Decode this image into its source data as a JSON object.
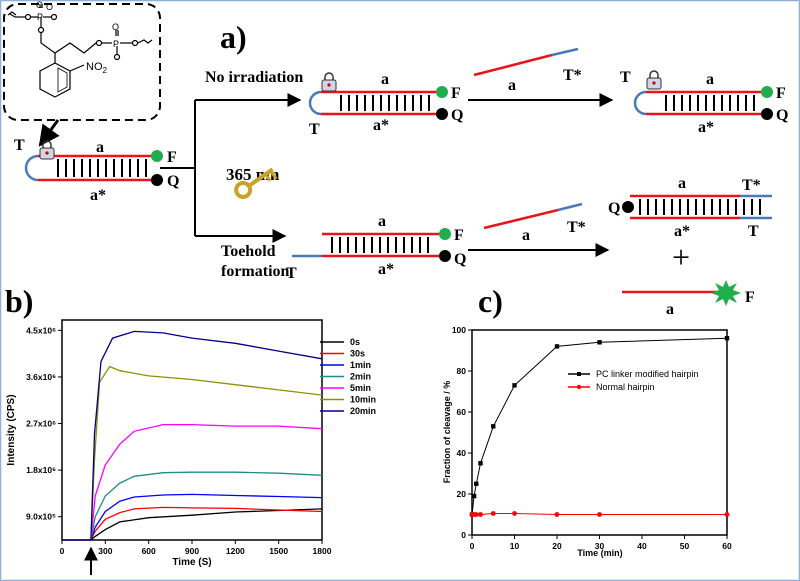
{
  "scheme": {
    "panel_a_label": "a)",
    "path_top_label": "No irradiation",
    "path_bottom_label_line1": "Toehold",
    "path_bottom_label_line2": "formation",
    "wavelength_label": "365 nm",
    "strand_a": "a",
    "strand_a_star": "a*",
    "label_T": "T",
    "label_T_star": "T*",
    "label_F": "F",
    "label_Q": "Q",
    "plus": "+",
    "no2_label": "NO",
    "no2_sub": "2",
    "icons": [
      "lock-icon",
      "key-icon",
      "fluorescence-burst-icon"
    ],
    "colors": {
      "red": "#e8141a",
      "blue": "#4a7ab5",
      "green": "#1fae4b",
      "black": "#000000",
      "key": "#c9a227"
    }
  },
  "panel_b": {
    "label": "b)",
    "chart_data": {
      "type": "line",
      "xlabel": "Time (S)",
      "ylabel": "Intensity (CPS)",
      "xlim": [
        0,
        1800
      ],
      "ylim": [
        450000,
        4700000
      ],
      "x_ticks": [
        "0",
        "300",
        "600",
        "900",
        "1200",
        "1500",
        "1800"
      ],
      "x_tick_values": [
        0,
        300,
        600,
        900,
        1200,
        1500,
        1800
      ],
      "y_ticks": [
        "9.0x10⁵",
        "1.8x10⁶",
        "2.7x10⁶",
        "3.6x10⁶",
        "4.5x10⁶"
      ],
      "y_tick_values": [
        900000,
        1800000,
        2700000,
        3600000,
        4500000
      ],
      "legend_position": "top-right",
      "series": [
        {
          "name": "0s",
          "color": "#000000",
          "x": [
            0,
            200,
            230,
            300,
            400,
            600,
            900,
            1200,
            1500,
            1800
          ],
          "y": [
            450000,
            450000,
            520000,
            650000,
            800000,
            880000,
            930000,
            990000,
            1020000,
            1050000
          ]
        },
        {
          "name": "30s",
          "color": "#ff0000",
          "x": [
            0,
            200,
            230,
            300,
            400,
            500,
            700,
            900,
            1200,
            1500,
            1800
          ],
          "y": [
            450000,
            450000,
            620000,
            850000,
            980000,
            1050000,
            1080000,
            1070000,
            1060000,
            1030000,
            1000000
          ]
        },
        {
          "name": "1min",
          "color": "#0000ff",
          "x": [
            0,
            200,
            230,
            300,
            400,
            500,
            700,
            900,
            1200,
            1500,
            1800
          ],
          "y": [
            450000,
            450000,
            700000,
            1000000,
            1200000,
            1280000,
            1320000,
            1330000,
            1310000,
            1290000,
            1270000
          ]
        },
        {
          "name": "2min",
          "color": "#1e8c8c",
          "x": [
            0,
            200,
            230,
            300,
            400,
            500,
            700,
            900,
            1200,
            1500,
            1800
          ],
          "y": [
            450000,
            450000,
            900000,
            1300000,
            1550000,
            1680000,
            1750000,
            1760000,
            1760000,
            1740000,
            1700000
          ]
        },
        {
          "name": "5min",
          "color": "#ff00ff",
          "x": [
            0,
            200,
            230,
            300,
            400,
            500,
            700,
            900,
            1200,
            1500,
            1800
          ],
          "y": [
            450000,
            450000,
            1300000,
            1900000,
            2300000,
            2550000,
            2680000,
            2680000,
            2650000,
            2650000,
            2600000
          ]
        },
        {
          "name": "10min",
          "color": "#8f8f00",
          "x": [
            0,
            200,
            225,
            260,
            330,
            400,
            600,
            900,
            1200,
            1500,
            1800
          ],
          "y": [
            450000,
            450000,
            2000000,
            3500000,
            3800000,
            3720000,
            3620000,
            3550000,
            3450000,
            3350000,
            3250000
          ]
        },
        {
          "name": "20min",
          "color": "#00008b",
          "x": [
            0,
            200,
            225,
            270,
            350,
            500,
            700,
            900,
            1200,
            1500,
            1800
          ],
          "y": [
            450000,
            450000,
            2500000,
            3900000,
            4350000,
            4480000,
            4450000,
            4350000,
            4250000,
            4100000,
            3950000
          ]
        }
      ]
    }
  },
  "panel_c": {
    "label": "c)",
    "chart_data": {
      "type": "line",
      "xlabel": "Time (min)",
      "ylabel": "Fraction of cleavage / %",
      "xlim": [
        0,
        60
      ],
      "ylim": [
        0,
        100
      ],
      "x_ticks": [
        "0",
        "10",
        "20",
        "30",
        "40",
        "50",
        "60"
      ],
      "x_tick_values": [
        0,
        10,
        20,
        30,
        40,
        50,
        60
      ],
      "y_ticks": [
        "0",
        "20",
        "40",
        "60",
        "80",
        "100"
      ],
      "y_tick_values": [
        0,
        20,
        40,
        60,
        80,
        100
      ],
      "legend_position": "center-right",
      "series": [
        {
          "name": "PC linker modified hairpin",
          "color": "#000000",
          "marker": "square",
          "x": [
            0,
            0.5,
            1,
            2,
            5,
            10,
            20,
            30,
            60
          ],
          "y": [
            10,
            19,
            25,
            35,
            53,
            73,
            92,
            94,
            96
          ]
        },
        {
          "name": "Normal hairpin",
          "color": "#ff0000",
          "marker": "circle",
          "x": [
            0,
            0.5,
            1,
            2,
            5,
            10,
            20,
            30,
            60
          ],
          "y": [
            10,
            10,
            10,
            10,
            10.5,
            10.5,
            10,
            10,
            10
          ]
        }
      ]
    }
  }
}
